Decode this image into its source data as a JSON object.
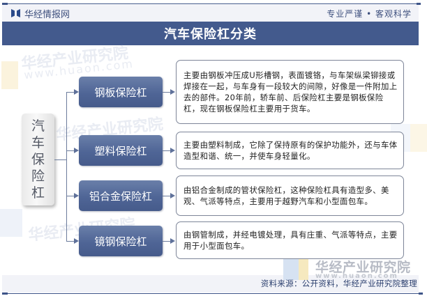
{
  "header": {
    "brand": "华经情报网",
    "slogan": "专业严谨 • 客观科学",
    "title": "汽车保险杠分类",
    "brand_icon": "huajing-logo-icon"
  },
  "diagram": {
    "root": {
      "label_chars": [
        "汽",
        "车",
        "保",
        "险",
        "杠"
      ],
      "label": "汽车保险杠"
    },
    "branches": [
      {
        "label": "钢板保险杠",
        "description": "主要由钢板冲压成U形槽钢，表面镀铬，与车架纵梁铆接或焊接在一起，与车身有一段较大的间隙，好像是一件附加上去的部件。20年前，轿车前、后保险杠主要是钢板保险杠，现在钢板保险杠主要用于货车。"
      },
      {
        "label": "塑料保险杠",
        "description": "主要由塑料制成，它除了保持原有的保护功能外，还与车体造型和谐、统一，并使车身轻量化。"
      },
      {
        "label": "铝合金保险杠",
        "description": "由铝合金制成的管状保险杠，这种保险杠具有造型多、美观、气派等特点，主要用于越野汽车和小型面包车。"
      },
      {
        "label": "镜钢保险杠",
        "description": "由钢管制成，并经电镀处理，具有庄重、气派等特点，主要用于小型面包车。"
      }
    ]
  },
  "watermark": {
    "name": "华经产业研究院",
    "url": "www.huaon.com"
  },
  "footer": {
    "source": "资料来源：公开资料，华经产业研究院整理"
  },
  "colors": {
    "title_bar": "#435a8d",
    "node_fill": "#52689a",
    "connector": "#6c7c9c",
    "header_strip": "#f2f3f8"
  }
}
